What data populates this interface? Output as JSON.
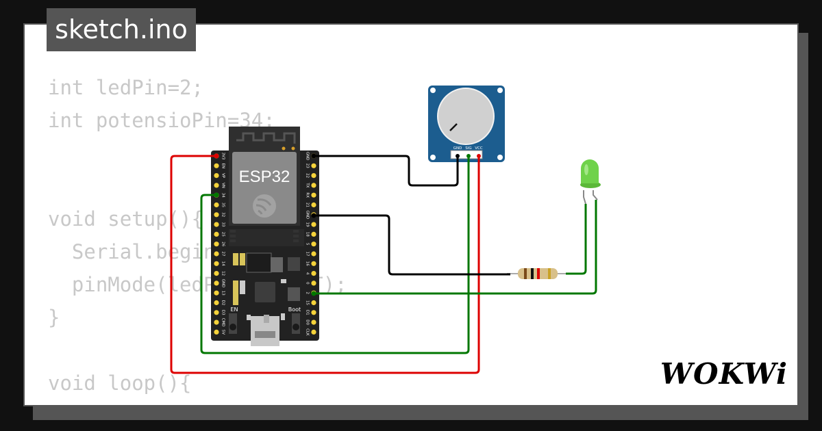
{
  "file_tab": {
    "label": "sketch.ino"
  },
  "code_lines": [
    "int ledPin=2;",
    "int potensioPin=34;",
    "",
    "",
    "void setup(){",
    "  Serial.begin(115200);",
    "  pinMode(ledPin,OUTPUT);",
    "}",
    "",
    "void loop(){"
  ],
  "board": {
    "label": "ESP32",
    "left_pins": [
      "3V3",
      "EN",
      "VP",
      "VN",
      "34",
      "35",
      "32",
      "33",
      "25",
      "26",
      "27",
      "14",
      "12",
      "GND",
      "13",
      "D2",
      "D3",
      "CMD",
      "5V"
    ],
    "right_pins": [
      "GND",
      "23",
      "22",
      "TX",
      "RX",
      "21",
      "GND",
      "19",
      "18",
      "5",
      "17",
      "16",
      "4",
      "0",
      "2",
      "15",
      "D1",
      "D0",
      "CLK"
    ],
    "button_en": "EN",
    "button_boot": "Boot"
  },
  "potentiometer": {
    "pins": [
      "GND",
      "SIG",
      "VCC"
    ]
  },
  "colors": {
    "wire_black": "#000000",
    "wire_red": "#dd0000",
    "wire_green": "#007700",
    "pcb_blue": "#1c5d8f",
    "board_black": "#222222",
    "pin_gold": "#f5d33b",
    "led_green": "#6fd24a"
  },
  "brand": {
    "logo": "WOKWi"
  }
}
